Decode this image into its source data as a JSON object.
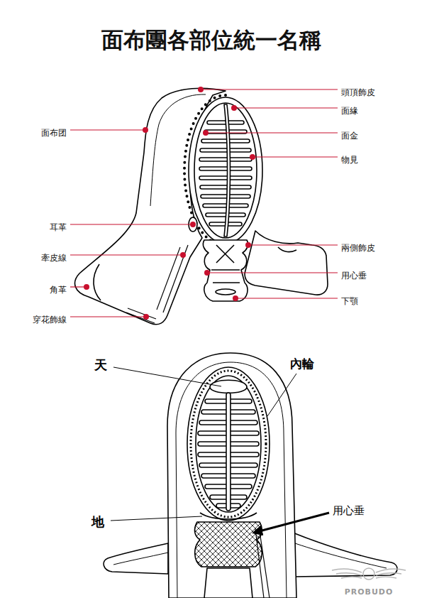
{
  "diagram": {
    "title": "面布團各部位統一名稱",
    "labels": [
      "頭頂飾皮",
      "面緣",
      "面金",
      "物見",
      "面布团",
      "耳革",
      "兩側飾皮",
      "牽皮線",
      "用心垂",
      "角革",
      "下顎",
      "穿花飾線",
      "天",
      "內輪",
      "地",
      "用心垂",
      "PROBUDO"
    ]
  }
}
